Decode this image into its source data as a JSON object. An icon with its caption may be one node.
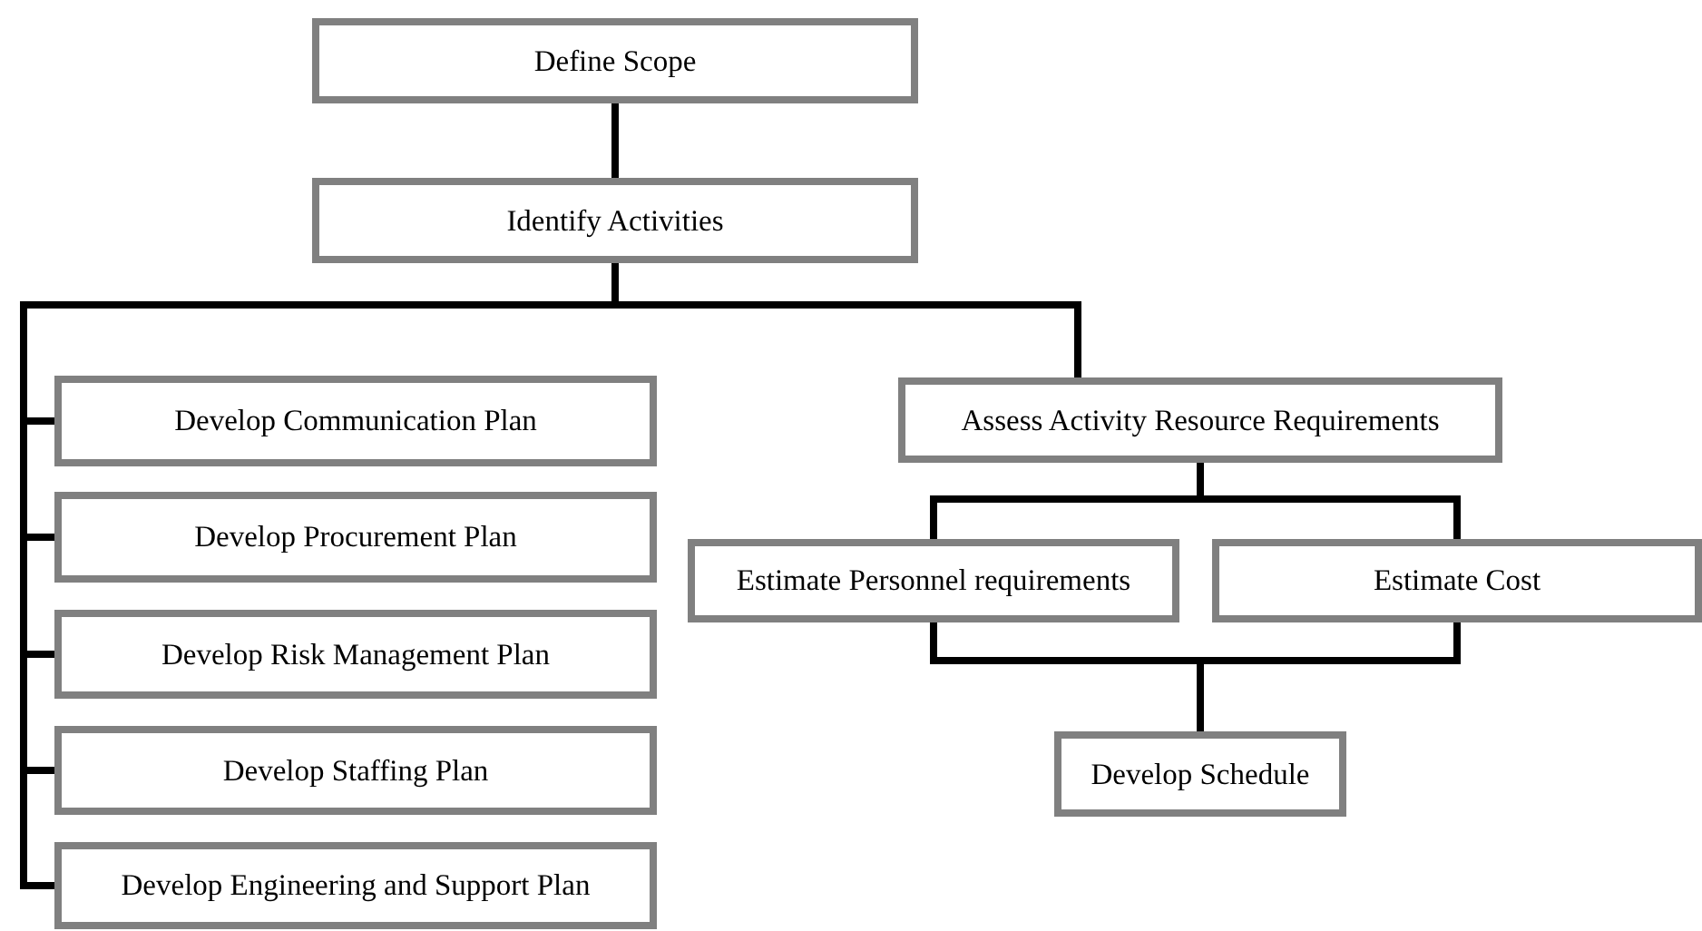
{
  "diagram": {
    "nodes": [
      {
        "text": [
          "Define Scope"
        ]
      },
      {
        "text": [
          "Identify Activities"
        ]
      },
      {
        "text": [
          "Develop Communication Plan"
        ]
      },
      {
        "text": [
          "Develop Procurement Plan"
        ]
      },
      {
        "text": [
          "Develop Risk Management Plan"
        ]
      },
      {
        "text": [
          "Develop Staffing Plan"
        ]
      },
      {
        "text": [
          "Develop Engineering and Support Plan"
        ]
      },
      {
        "text": [
          "Assess Activity Resource Requirements"
        ]
      },
      {
        "text": [
          "Estimate Personnel requirements"
        ]
      },
      {
        "text": [
          "Estimate Cost"
        ]
      },
      {
        "text": [
          "Develop Schedule"
        ]
      }
    ],
    "edges": [
      {
        "from": 0,
        "to": 1,
        "arrow": "none"
      },
      {
        "from": 1,
        "to": 2,
        "arrow": "none"
      },
      {
        "from": 1,
        "to": 3,
        "arrow": "none"
      },
      {
        "from": 1,
        "to": 4,
        "arrow": "none"
      },
      {
        "from": 1,
        "to": 5,
        "arrow": "none"
      },
      {
        "from": 1,
        "to": 6,
        "arrow": "none"
      },
      {
        "from": 1,
        "to": 7,
        "arrow": "none"
      },
      {
        "from": 7,
        "to": 8,
        "arrow": "none"
      },
      {
        "from": 7,
        "to": 9,
        "arrow": "none"
      },
      {
        "from": 8,
        "to": 10,
        "arrow": "none"
      },
      {
        "from": 9,
        "to": 10,
        "arrow": "none"
      }
    ]
  }
}
